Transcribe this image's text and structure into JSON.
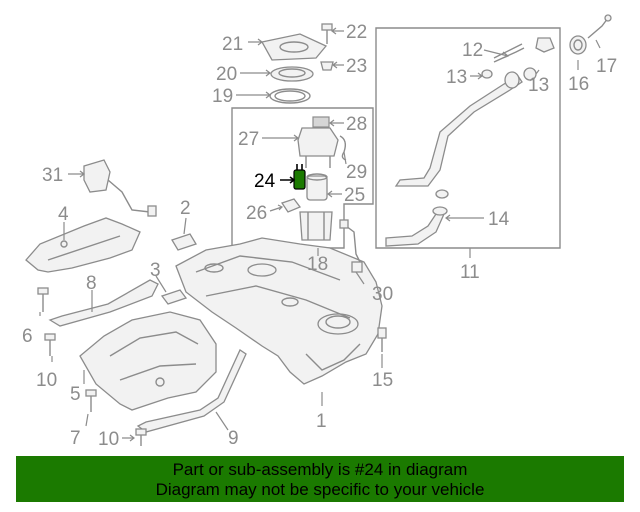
{
  "highlight_color": "#1b7a00",
  "highlighted_part": "24",
  "callouts": {
    "c1": "1",
    "c2": "2",
    "c3": "3",
    "c4": "4",
    "c5": "5",
    "c6": "6",
    "c7": "7",
    "c8": "8",
    "c9": "9",
    "c10a": "10",
    "c10b": "10",
    "c11": "11",
    "c12": "12",
    "c13a": "13",
    "c13b": "13",
    "c14": "14",
    "c15": "15",
    "c16": "16",
    "c17": "17",
    "c18": "18",
    "c19": "19",
    "c20": "20",
    "c21": "21",
    "c22": "22",
    "c23": "23",
    "c24": "24",
    "c25": "25",
    "c26": "26",
    "c27": "27",
    "c28": "28",
    "c29": "29",
    "c30": "30",
    "c31": "31"
  },
  "banner": {
    "line1": "Part or sub-assembly is #24 in diagram",
    "line2": "Diagram may not be specific to your vehicle"
  }
}
